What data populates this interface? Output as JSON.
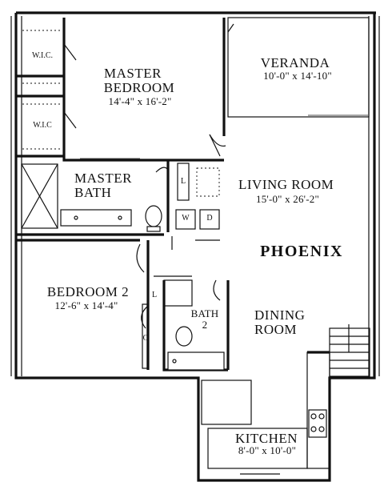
{
  "plan": {
    "name": "PHOENIX",
    "rooms": {
      "master_bedroom": {
        "name_line1": "MASTER",
        "name_line2": "BEDROOM",
        "dims": "14'-4\" x 16'-2\""
      },
      "veranda": {
        "name": "VERANDA",
        "dims": "10'-0\" x 14'-10\""
      },
      "master_bath": {
        "name_line1": "MASTER",
        "name_line2": "BATH"
      },
      "living_room": {
        "name": "LIVING ROOM",
        "dims": "15'-0\" x 26'-2\""
      },
      "bedroom2": {
        "name": "BEDROOM 2",
        "dims": "12'-6\" x 14'-4\""
      },
      "bath2": {
        "name_line1": "BATH",
        "name_line2": "2"
      },
      "dining_room": {
        "name_line1": "DINING",
        "name_line2": "ROOM"
      },
      "kitchen": {
        "name": "KITCHEN",
        "dims": "8'-0\" x 10'-0\""
      }
    },
    "closets": {
      "wic_top": "W.I.C.",
      "wic_bottom": "W.I.C",
      "linen_master": "L",
      "linen_hall": "L",
      "coat": "C"
    },
    "appliances": {
      "washer": "W",
      "dryer": "D"
    }
  }
}
